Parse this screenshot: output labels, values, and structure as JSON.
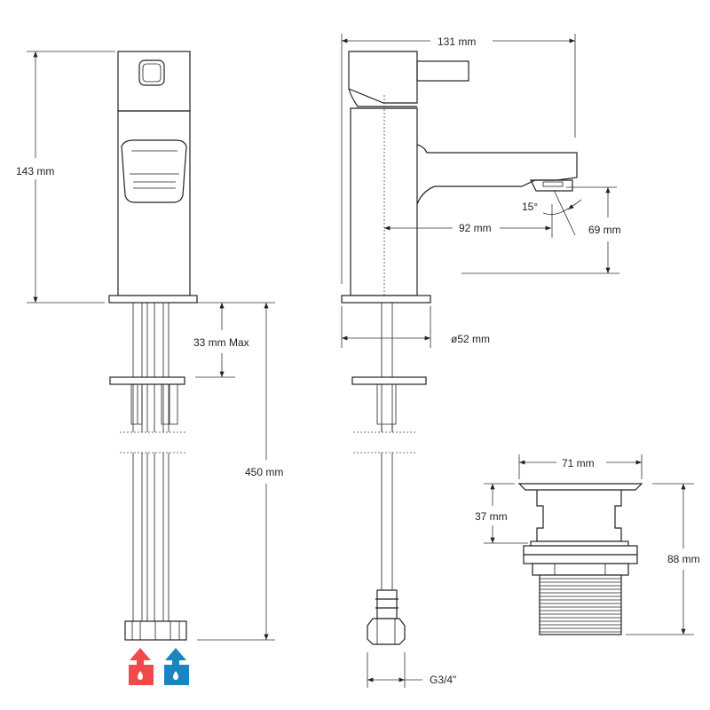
{
  "dimensions": {
    "front_height": "143 mm",
    "mounting_max": "33 mm Max",
    "hose_length": "450 mm",
    "overall_depth": "131 mm",
    "spout_angle": "15°",
    "spout_reach": "92 mm",
    "spout_height": "69 mm",
    "base_diameter": "ø52 mm",
    "connection": "G3/4\"",
    "waste_width": "71 mm",
    "waste_body": "37 mm",
    "waste_height": "88 mm"
  },
  "icons": {
    "hot": {
      "name": "hot-water-icon",
      "color": "#f04a4a"
    },
    "cold": {
      "name": "cold-water-icon",
      "color": "#1a86c0"
    }
  }
}
